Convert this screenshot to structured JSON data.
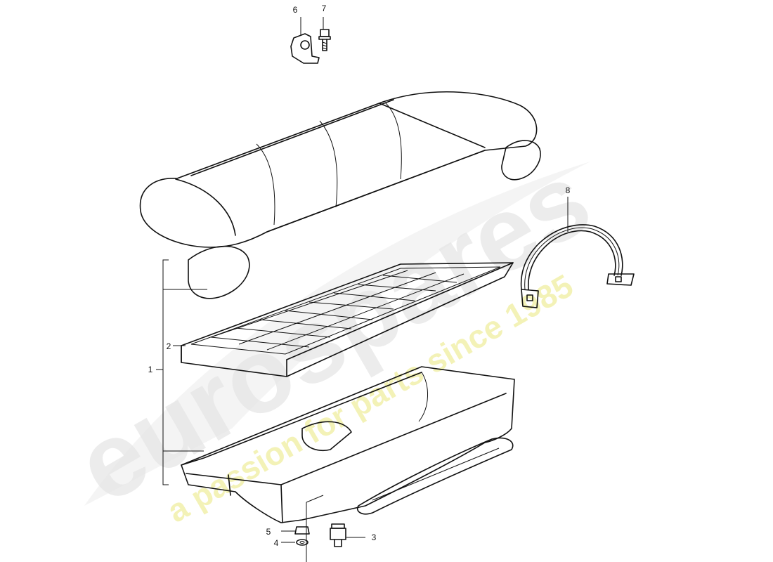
{
  "diagram": {
    "parts": [
      {
        "number": "1"
      },
      {
        "number": "2"
      },
      {
        "number": "3"
      },
      {
        "number": "4"
      },
      {
        "number": "5"
      },
      {
        "number": "6"
      },
      {
        "number": "7"
      },
      {
        "number": "8"
      }
    ]
  },
  "watermark": {
    "brand": "eurospares",
    "tagline": "a passion for parts since 1985",
    "colors": {
      "brand": "#e6e6e6",
      "tagline": "#f1efa6"
    }
  }
}
